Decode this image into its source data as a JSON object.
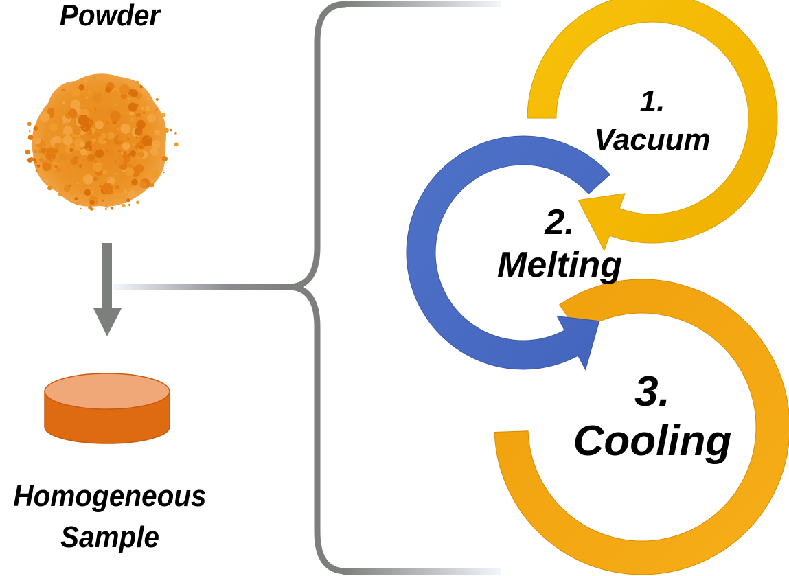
{
  "diagram": {
    "left_column": {
      "top_label": "Powder",
      "bottom_label_line1": "Homogeneous",
      "bottom_label_line2": "Sample",
      "arrow_direction": "down"
    },
    "process_steps": [
      {
        "number": "1.",
        "name": "Vacuum",
        "color": "#F5B800"
      },
      {
        "number": "2.",
        "name": "Melting",
        "color": "#4A6CC4"
      },
      {
        "number": "3.",
        "name": "Cooling",
        "color": "#F2A20E"
      }
    ],
    "colors": {
      "powder": "#E8891C",
      "pellet_top": "#F0A878",
      "pellet_side": "#DE6A12",
      "pellet_stroke": "#C85A10",
      "arrow_gray": "#7D7F7C",
      "bracket_gray": "#7D7F7C"
    }
  }
}
